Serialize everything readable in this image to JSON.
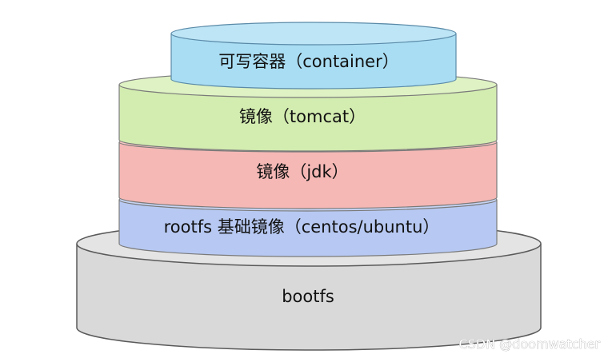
{
  "layers": [
    {
      "id": "bootfs",
      "label": "bootfs",
      "fill": "#d9d9d9"
    },
    {
      "id": "rootfs",
      "label": "rootfs 基础镜像（centos/ubuntu）",
      "fill": "#b7c9f2"
    },
    {
      "id": "jdk",
      "label": "镜像（jdk）",
      "fill": "#f5b8b5"
    },
    {
      "id": "tomcat",
      "label": "镜像（tomcat）",
      "fill": "#d3ecb0"
    },
    {
      "id": "container",
      "label": "可写容器（container）",
      "fill": "#a9ddf3"
    }
  ],
  "watermark": "CSDN @doomwatcher",
  "colors": {
    "outline": "#5a5a5a",
    "text": "#111111"
  }
}
